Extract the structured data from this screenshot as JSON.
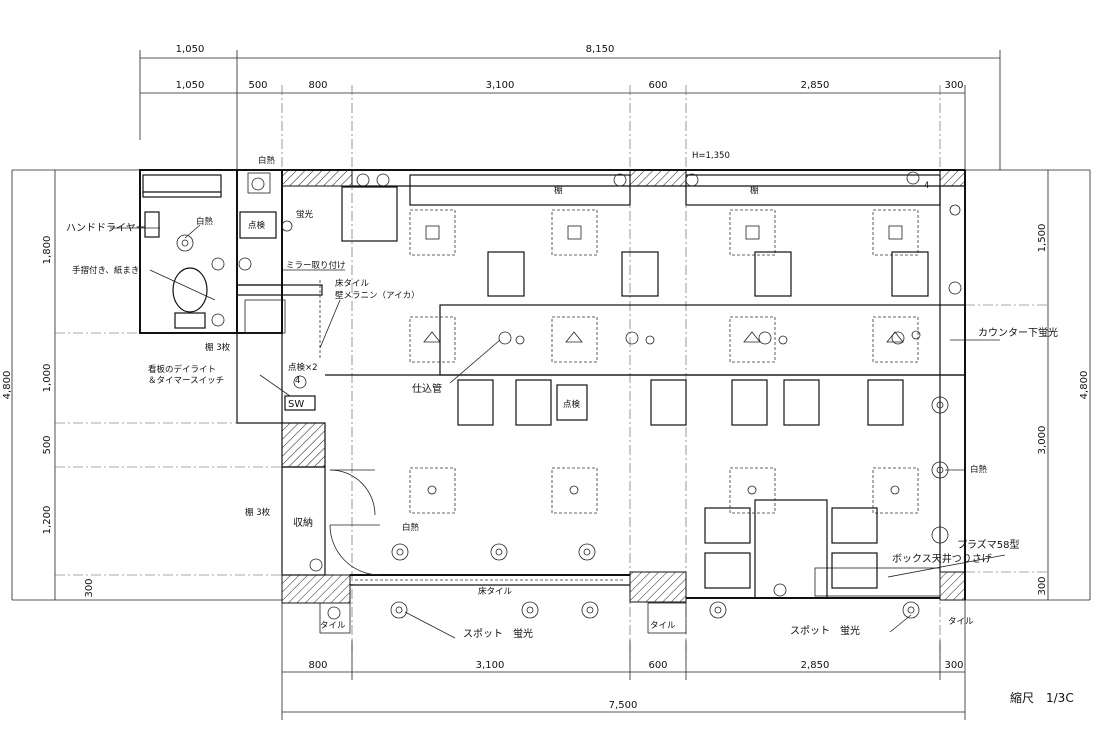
{
  "dimensions": {
    "top_overall": [
      "1,050",
      "8,150"
    ],
    "top_row": [
      "1,050",
      "500",
      "800",
      "3,100",
      "600",
      "2,850",
      "300"
    ],
    "bottom_row": [
      "800",
      "3,100",
      "600",
      "2,850",
      "300"
    ],
    "bottom_overall": "7,500",
    "left_overall": "4,800",
    "left_segments": [
      "1,800",
      "1,000",
      "500",
      "1,200",
      "300"
    ],
    "right_overall": "4,800",
    "right_segments": [
      "1,500",
      "3,000",
      "300"
    ]
  },
  "labels": {
    "hand_dryer": "ハンドドライヤー",
    "handrail": "手摺付き、紙まき",
    "incandescent": "白熱",
    "inspection": "点検",
    "fluorescent": "蛍光",
    "mirror": "ミラー取り付け",
    "floor_tile": "床タイル",
    "wall_melanin": "壁メラニン（アイカ）",
    "shelf_3_top": "棚 3枚",
    "shelf_3_bottom": "棚 3枚",
    "sign_daylight_1": "看板のデイライト",
    "sign_daylight_2": "＆タイマースイッチ",
    "inspection_x2": "点検×2",
    "sw": "SW",
    "storage": "収納",
    "shelf_1": "棚",
    "shelf_2": "棚",
    "height": "H=1,350",
    "prep_pipe": "仕込管",
    "counter_light": "カウンター下蛍光",
    "plasma_1": "プラズマ58型",
    "plasma_2": "ボックス天井つりさげ",
    "floor_tile_bottom": "床タイル",
    "tile_1": "タイル",
    "tile_2": "タイル",
    "tile_3": "タイル",
    "spot_1": "スポット　蛍光",
    "spot_2": "スポット　蛍光",
    "incandescent_right": "白熱",
    "incandescent_bottom": "白熱",
    "light_4a": "4",
    "light_4b": "4",
    "scale": "縮尺　1/3C"
  }
}
